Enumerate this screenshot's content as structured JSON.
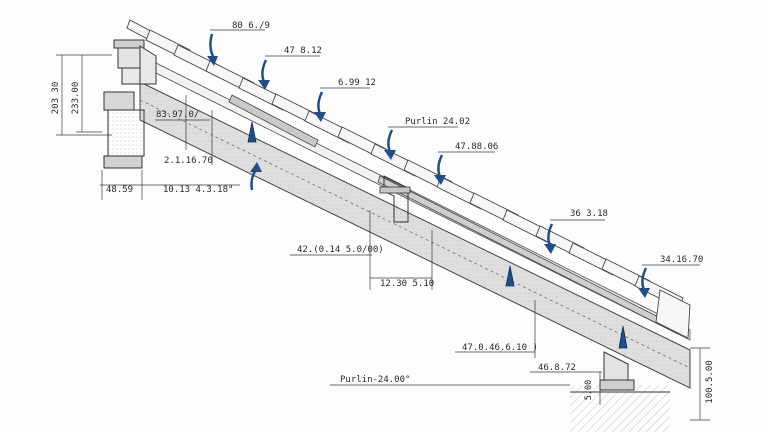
{
  "labels": {
    "top_load_1": "80 6./9",
    "top_load_2": "47 8.12",
    "top_load_3": "6.99 12",
    "purlin_upper": "Purlin 24.02",
    "load_5": "47.88.06",
    "load_6": "36 3.18",
    "load_7": "34.16.70",
    "left_height_a": "203 30",
    "left_height_b": "233.00",
    "inner_dim_1": "83.97.0/",
    "inner_dim_2": "2.1.16.70",
    "base_width": "48.59",
    "base_span": "10.13 4.3.18\"",
    "mid_dim": "42.(0.14 5.0/00)",
    "mid_small": "12.30 5.10",
    "lower_dim": "47.0.46.6.10 )",
    "lower_right": "46.8.72",
    "purlin_lower": "Purlin-24.00°",
    "right_height": "100.5.00",
    "lower_vertical": "5.00"
  },
  "colors": {
    "arrow_blue": "#1f4e8c",
    "beam_fill": "#dcdcdc",
    "line": "#333333"
  }
}
